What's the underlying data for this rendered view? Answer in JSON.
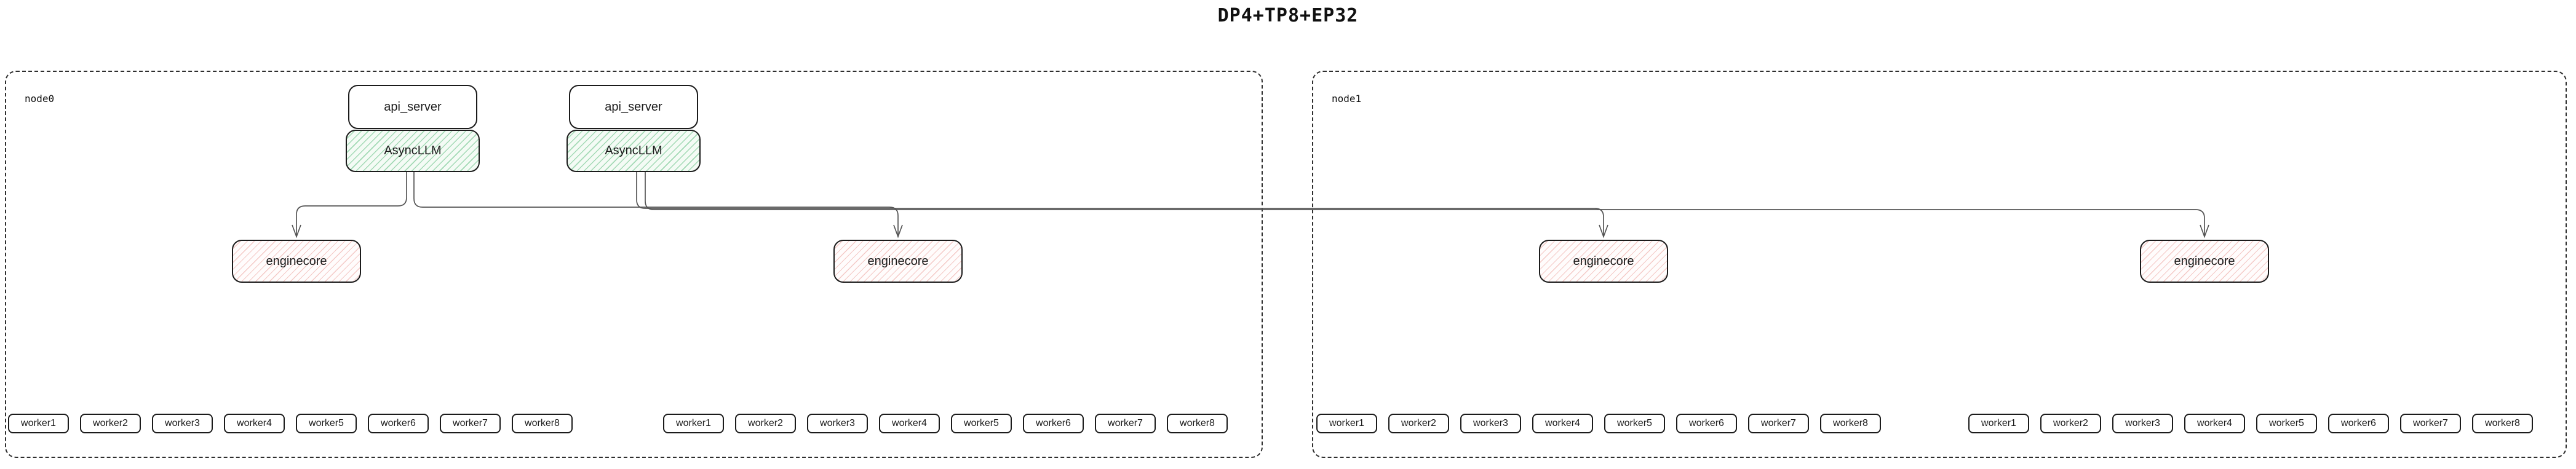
{
  "title": "DP4+TP8+EP32",
  "nodes": [
    {
      "label": "node0",
      "servers": [
        {
          "api_label": "api_server",
          "llm_label": "AsyncLLM"
        },
        {
          "api_label": "api_server",
          "llm_label": "AsyncLLM"
        }
      ],
      "enginecores": [
        {
          "label": "enginecore"
        },
        {
          "label": "enginecore"
        }
      ],
      "worker_groups": [
        {
          "workers": [
            "worker1",
            "worker2",
            "worker3",
            "worker4",
            "worker5",
            "worker6",
            "worker7",
            "worker8"
          ]
        },
        {
          "workers": [
            "worker1",
            "worker2",
            "worker3",
            "worker4",
            "worker5",
            "worker6",
            "worker7",
            "worker8"
          ]
        }
      ]
    },
    {
      "label": "node1",
      "servers": [],
      "enginecores": [
        {
          "label": "enginecore"
        },
        {
          "label": "enginecore"
        }
      ],
      "worker_groups": [
        {
          "workers": [
            "worker1",
            "worker2",
            "worker3",
            "worker4",
            "worker5",
            "worker6",
            "worker7",
            "worker8"
          ]
        },
        {
          "workers": [
            "worker1",
            "worker2",
            "worker3",
            "worker4",
            "worker5",
            "worker6",
            "worker7",
            "worker8"
          ]
        }
      ]
    }
  ],
  "colors": {
    "async_llm_fill": "#f4fbf5",
    "async_llm_hatch": "#60be80",
    "enginecore_fill": "#fffcfc",
    "enginecore_hatch": "#e99691",
    "connector": "#555555",
    "box_border": "#1b1b1b",
    "node_border": "#2e2e2e"
  }
}
